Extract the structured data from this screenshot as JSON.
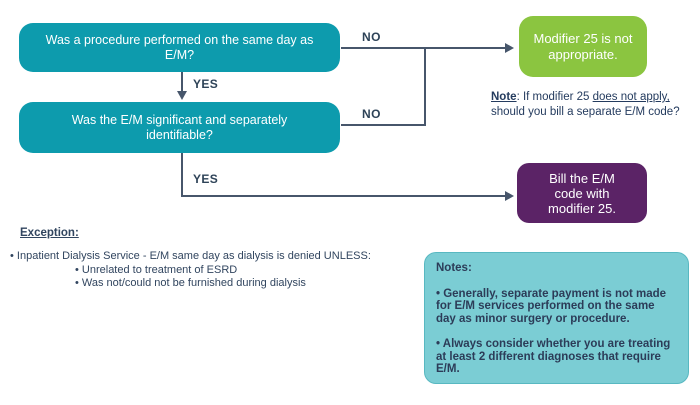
{
  "colors": {
    "teal_box": "#0D9BAD",
    "green_box": "#8BC540",
    "purple_box": "#5B2366",
    "notes_panel_bg": "#7BCDD4",
    "connector_line": "#47566B",
    "dark_text": "#243B5E",
    "box_text": "#FFFFFF"
  },
  "flowchart": {
    "q1_lines": [
      "Was a procedure performed on the same day as",
      "E/M?"
    ],
    "no1_label": "NO",
    "yes1_label": "YES",
    "q2_lines": [
      "Was the E/M significant and separately",
      "identifiable?"
    ],
    "no2_label": "NO",
    "yes2_label": "YES",
    "outcome_not_appropriate_lines": [
      "Modifier 25 is not",
      "appropriate."
    ],
    "outcome_bill_lines": [
      "Bill the E/M",
      "code with",
      "modifier 25."
    ]
  },
  "note": {
    "label": "Note",
    "mid": ": If modifier 25 ",
    "underlined": "does not apply,",
    "line2": "should you bill a separate E/M code?"
  },
  "exception": {
    "heading": "Exception:",
    "bullet": "• Inpatient Dialysis Service - E/M same day as dialysis is denied UNLESS:",
    "sub_bullets": [
      "• Unrelated to treatment of ESRD",
      "• Was not/could not be furnished during dialysis"
    ]
  },
  "notes_panel": {
    "title": "Notes:",
    "bullet1_lines": [
      "• Generally, separate payment is not made",
      "for E/M services performed on the same",
      "day as minor surgery or procedure."
    ],
    "bullet2_lines": [
      "• Always consider whether you are treating",
      "at least 2 different diagnoses that require",
      "E/M."
    ]
  }
}
